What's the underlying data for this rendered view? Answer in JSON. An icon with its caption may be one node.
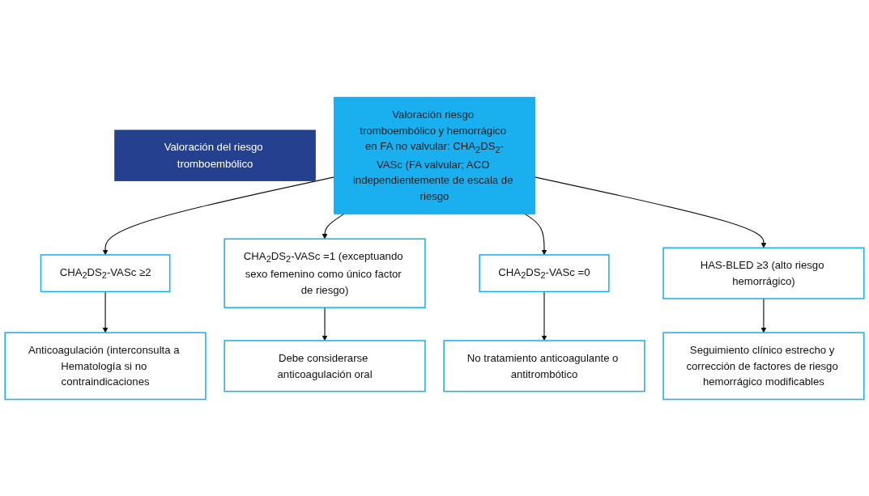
{
  "diagram": {
    "nodes": [
      {
        "text": [
          "Valoración del riesgo tromboembólico"
        ]
      },
      {
        "text": [
          "Valoración riesgo tromboembólico y hemorrágico en FA no valvular: CHA$_{2}$DS$_{2}$-VASc (FA valvular; ACO independientemente de escala de riesgo"
        ]
      },
      {
        "text": [
          "CHA$_{2}$DS$_{2}$-VASc ≥2"
        ]
      },
      {
        "text": [
          "CHA$_{2}$DS$_{2}$-VASc =1 (exceptuando sexo femenino como único factor de riesgo)"
        ]
      },
      {
        "text": [
          "CHA$_{2}$DS$_{2}$-VASc =0"
        ]
      },
      {
        "text": [
          "Anticoagulación (interconsulta a Hematología si no contraindicaciones"
        ]
      },
      {
        "text": [
          "Debe considerarse anticoagulación oral"
        ]
      },
      {
        "text": [
          "No tratamiento anticoagulante o antitrombótico"
        ]
      },
      {
        "text": [
          "HAS-BLED ≥3 (alto riesgo hemorrágico)"
        ]
      },
      {
        "text": [
          "Seguimiento clínico estrecho y corrección de factores de riesgo hemorrágico modificables"
        ]
      }
    ],
    "edges": [
      {
        "from": 1,
        "to": 2,
        "arrow": "to"
      },
      {
        "from": 1,
        "to": 3,
        "arrow": "to"
      },
      {
        "from": 1,
        "to": 4,
        "arrow": "to"
      },
      {
        "from": 2,
        "to": 5,
        "arrow": "to"
      },
      {
        "from": 3,
        "to": 6,
        "arrow": "to"
      },
      {
        "from": 4,
        "to": 7,
        "arrow": "to"
      },
      {
        "from": 1,
        "to": 8,
        "arrow": "to"
      },
      {
        "from": 8,
        "to": 9,
        "arrow": "to"
      }
    ]
  }
}
